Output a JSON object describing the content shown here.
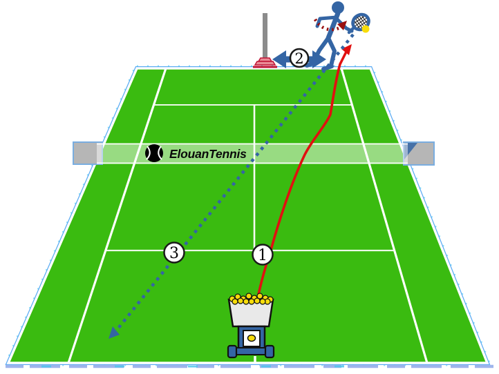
{
  "diagram": {
    "type": "tennis-training-drill",
    "logo_text": "ElouanTennis",
    "step_labels": [
      "1",
      "2",
      "3"
    ],
    "colors": {
      "court_green": "#3ABB10",
      "court_line": "#FFFFFF",
      "sketch_outline_blue": "#49A2F2",
      "player_blue": "#3465A4",
      "feed_trajectory_red": "#E11010",
      "swing_arc_dark_red": "#991010",
      "tennis_ball_yellow": "#F7DC0B",
      "net_post_gray": "#B6B6B6",
      "pole_gray": "#8C8C8C",
      "pole_base_red": "#C01335",
      "logo_ball_black": "#000000"
    }
  }
}
